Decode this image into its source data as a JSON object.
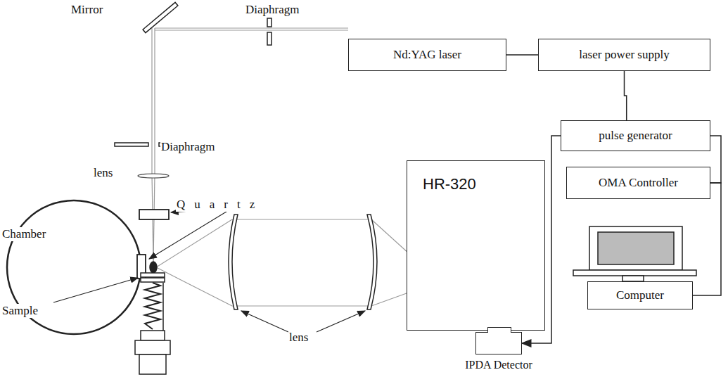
{
  "diagram": {
    "nodes": [
      {
        "text": [
          "Nd:YAG laser"
        ]
      },
      {
        "text": [
          "laser power supply"
        ]
      },
      {
        "text": [
          "pulse generator"
        ]
      },
      {
        "text": [
          "OMA Controller"
        ]
      },
      {
        "text": [
          "HR-320"
        ]
      },
      {
        "text": [
          "Computer"
        ]
      },
      {
        "text": [
          "IPDA Detector"
        ]
      }
    ],
    "edges": [
      {
        "from": 0,
        "to": 1,
        "arrow": "none"
      },
      {
        "from": 1,
        "to": 2,
        "arrow": "none"
      },
      {
        "from": 2,
        "to": 3,
        "arrow": "none"
      },
      {
        "from": 3,
        "to": 5,
        "arrow": "none"
      },
      {
        "from": 2,
        "to": 6,
        "arrow": "to"
      }
    ],
    "labels": [
      "Mirror",
      "Diaphragm",
      "Diaphragm",
      "lens",
      "Quartz",
      "Chamber",
      "Sample",
      "lens"
    ]
  }
}
